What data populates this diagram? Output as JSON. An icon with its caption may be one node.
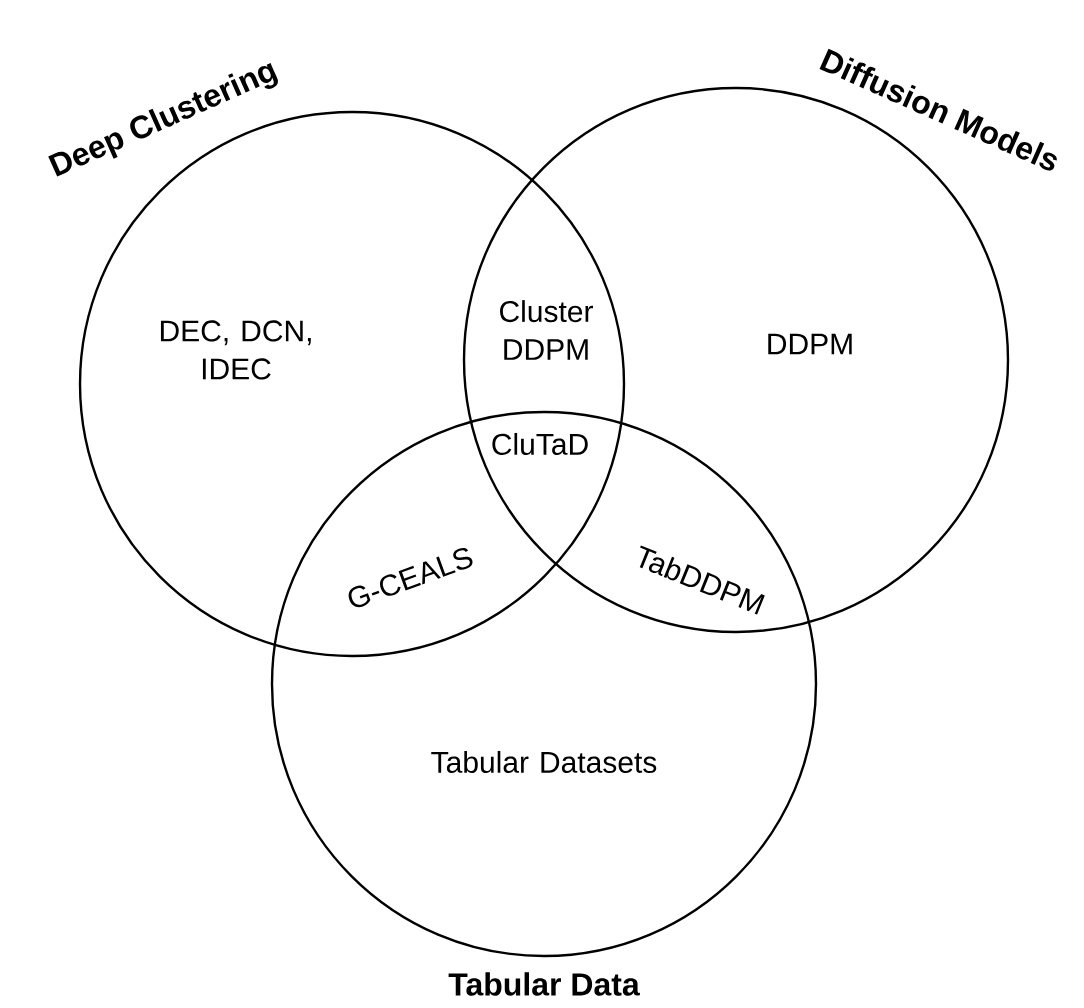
{
  "diagram": {
    "nodes": [
      {
        "text": [
          "Deep Clustering",
          "DEC, DCN, IDEC"
        ]
      },
      {
        "text": [
          "Diffusion Models",
          "DDPM"
        ]
      },
      {
        "text": [
          "Tabular Datasets",
          "Tabular Data"
        ]
      }
    ],
    "labels": [
      "Cluster DDPM",
      "CluTaD",
      "G-CEALS",
      "TabDDPM"
    ]
  }
}
